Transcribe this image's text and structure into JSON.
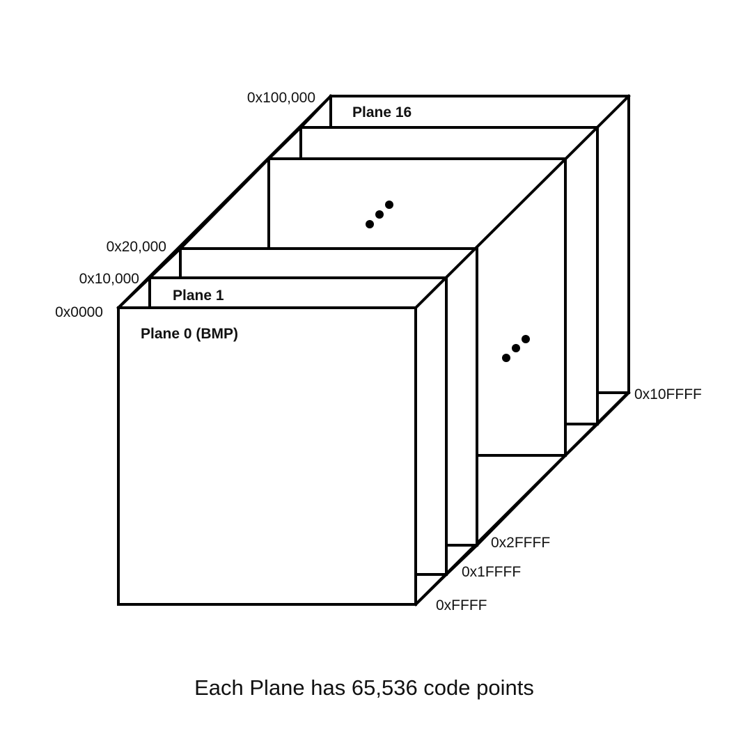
{
  "planes": {
    "plane_0_label": "Plane 0 (BMP)",
    "plane_1_label": "Plane 1",
    "plane_16_label": "Plane 16"
  },
  "addresses": {
    "start_plane_0": "0x0000",
    "start_plane_1": "0x10,000",
    "start_plane_2": "0x20,000",
    "start_plane_16": "0x100,000",
    "end_plane_0": "0xFFFF",
    "end_plane_1": "0x1FFFF",
    "end_plane_2": "0x2FFFF",
    "end_plane_16": "0x10FFFF"
  },
  "caption": "Each Plane has 65,536 code points",
  "colors": {
    "stroke": "#000000",
    "background": "#ffffff"
  }
}
